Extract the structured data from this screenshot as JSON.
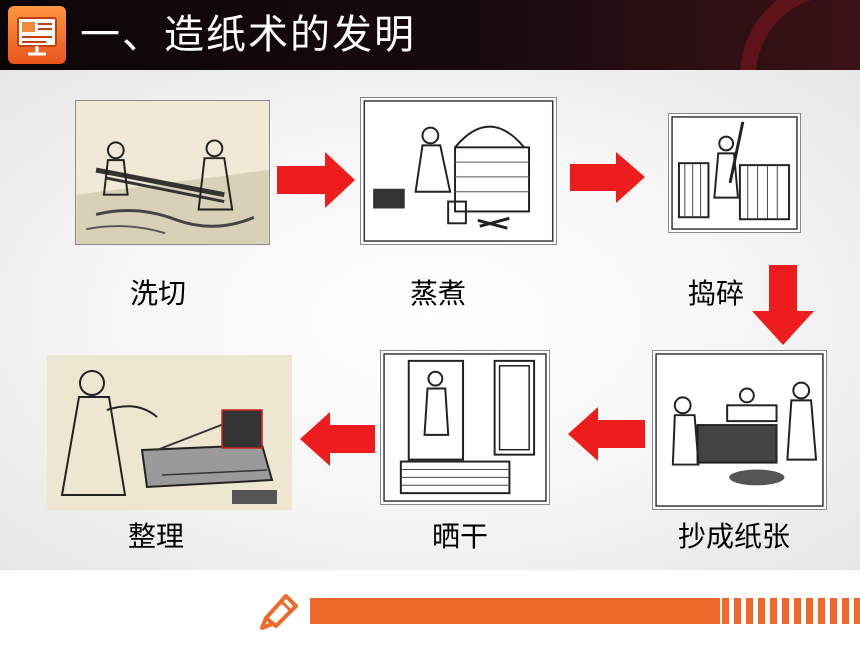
{
  "slide": {
    "title": "一、造纸术的发明",
    "icon": "powerpoint-slide-icon",
    "accent_color": "#ef6a2a",
    "arrow_color": "#ee1c1c"
  },
  "steps": [
    {
      "label": "洗切"
    },
    {
      "label": "蒸煮"
    },
    {
      "label": "捣碎"
    },
    {
      "label": "抄成纸张"
    },
    {
      "label": "晒干"
    },
    {
      "label": "整理"
    }
  ],
  "footer": {
    "icon": "pencil-icon"
  }
}
